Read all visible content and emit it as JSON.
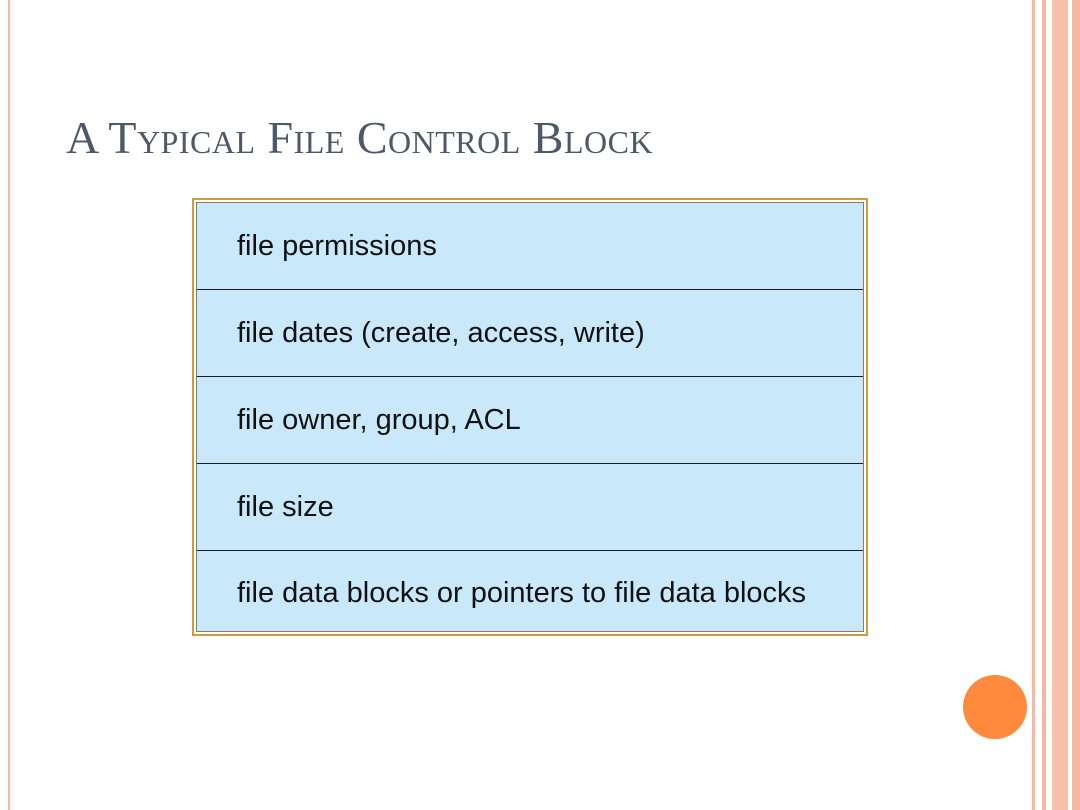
{
  "slide": {
    "title": "A Typical File Control Block"
  },
  "fcb": {
    "rows": [
      "file permissions",
      "file dates (create, access, write)",
      "file owner, group, ACL",
      "file size",
      "file data blocks or pointers to file data blocks"
    ]
  },
  "theme": {
    "box_fill": "#c9e9fa",
    "box_border": "#d39a3c",
    "accent_dot": "#ff8a3d",
    "stripe_color": "#f8b79e",
    "title_color": "#4d5869"
  }
}
